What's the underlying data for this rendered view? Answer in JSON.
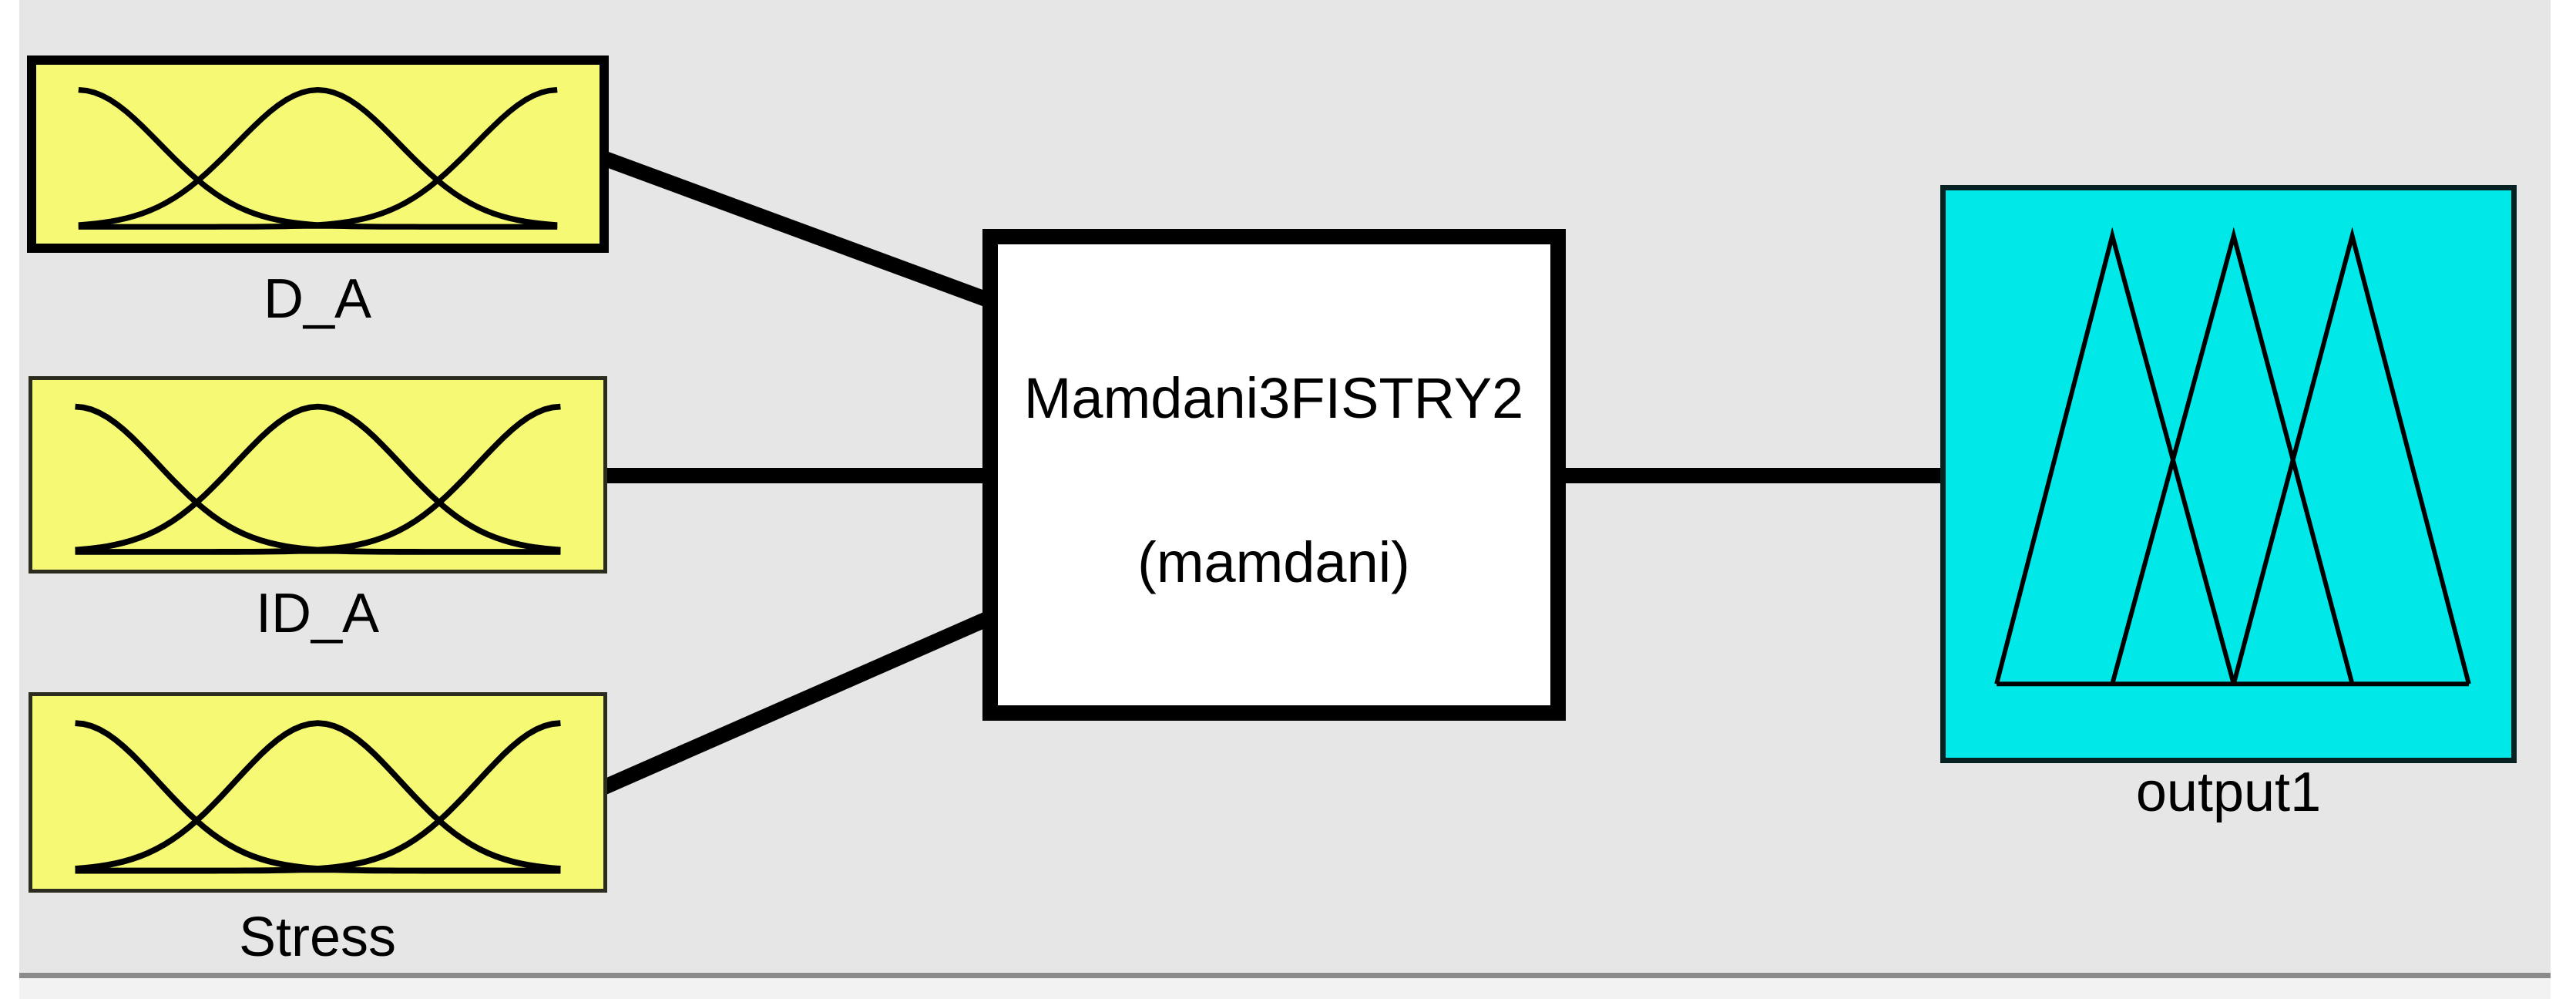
{
  "diagram": {
    "fis_name": "Mamdani3FISTRY2",
    "fis_type_label": "(mamdani)",
    "inputs": [
      {
        "id": "D_A",
        "label": "D_A",
        "mf": "gauss",
        "selected": true
      },
      {
        "id": "ID_A",
        "label": "ID_A",
        "mf": "gauss",
        "selected": false
      },
      {
        "id": "Stress",
        "label": "Stress",
        "mf": "gauss",
        "selected": false
      }
    ],
    "outputs": [
      {
        "id": "output1",
        "label": "output1",
        "mf": "tri"
      }
    ],
    "connections": [
      {
        "from": "D_A",
        "to": "Mamdani3FISTRY2"
      },
      {
        "from": "ID_A",
        "to": "Mamdani3FISTRY2"
      },
      {
        "from": "Stress",
        "to": "Mamdani3FISTRY2"
      },
      {
        "from": "Mamdani3FISTRY2",
        "to": "output1"
      }
    ],
    "mf_params": {
      "input_gauss": {
        "centers": [
          0,
          0.5,
          1
        ],
        "sigma": 0.17
      },
      "output_tri": {
        "triangles": [
          [
            0,
            0.245,
            0.502
          ],
          [
            0.245,
            0.502,
            0.753
          ],
          [
            0.502,
            0.753,
            1
          ]
        ]
      }
    },
    "colors": {
      "canvas": "#e6e6e6",
      "divider": "#8a8a8a",
      "input_fill": "#f6f973",
      "output_fill": "#00e8e8",
      "process_fill": "#ffffff",
      "line": "#000000"
    }
  }
}
